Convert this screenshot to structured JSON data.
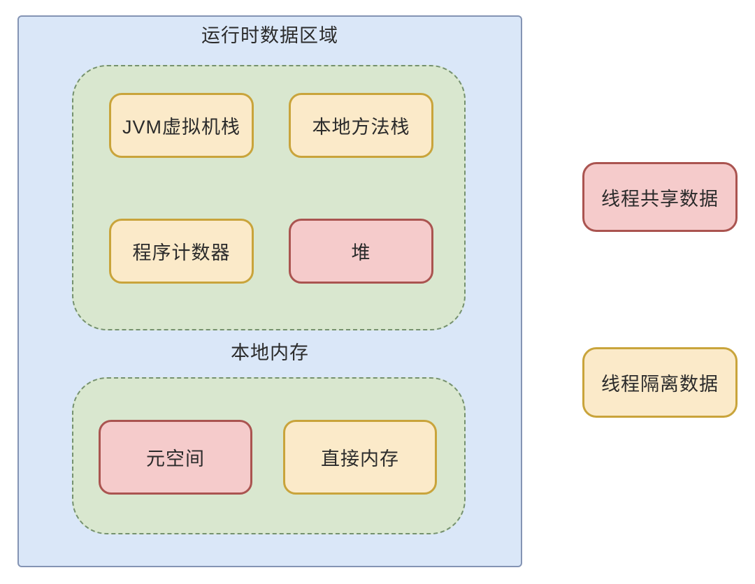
{
  "diagram": {
    "runtime_area": {
      "title": "运行时数据区域",
      "jvm_group": {
        "nodes": {
          "jvm_stack": {
            "label": "JVM虚拟机栈",
            "category": "线程隔离数据"
          },
          "native_method_stack": {
            "label": "本地方法栈",
            "category": "线程隔离数据"
          },
          "program_counter": {
            "label": "程序计数器",
            "category": "线程隔离数据"
          },
          "heap": {
            "label": "堆",
            "category": "线程共享数据"
          }
        }
      },
      "native_memory_group": {
        "title": "本地内存",
        "nodes": {
          "metaspace": {
            "label": "元空间",
            "category": "线程共享数据"
          },
          "direct_memory": {
            "label": "直接内存",
            "category": "线程隔离数据"
          }
        }
      }
    },
    "legend": {
      "shared": {
        "label": "线程共享数据"
      },
      "isolated": {
        "label": "线程隔离数据"
      }
    },
    "colors": {
      "canvas_bg": "#ffffff",
      "outer_fill": "#dae7f8",
      "outer_border": "#8494b4",
      "group_fill": "#d9e7cf",
      "group_border": "#75916e",
      "isolated_fill": "#fbeac9",
      "isolated_border": "#c9a43b",
      "shared_fill": "#f5cbcb",
      "shared_border": "#aa5450",
      "text": "#2b2b2b"
    }
  }
}
